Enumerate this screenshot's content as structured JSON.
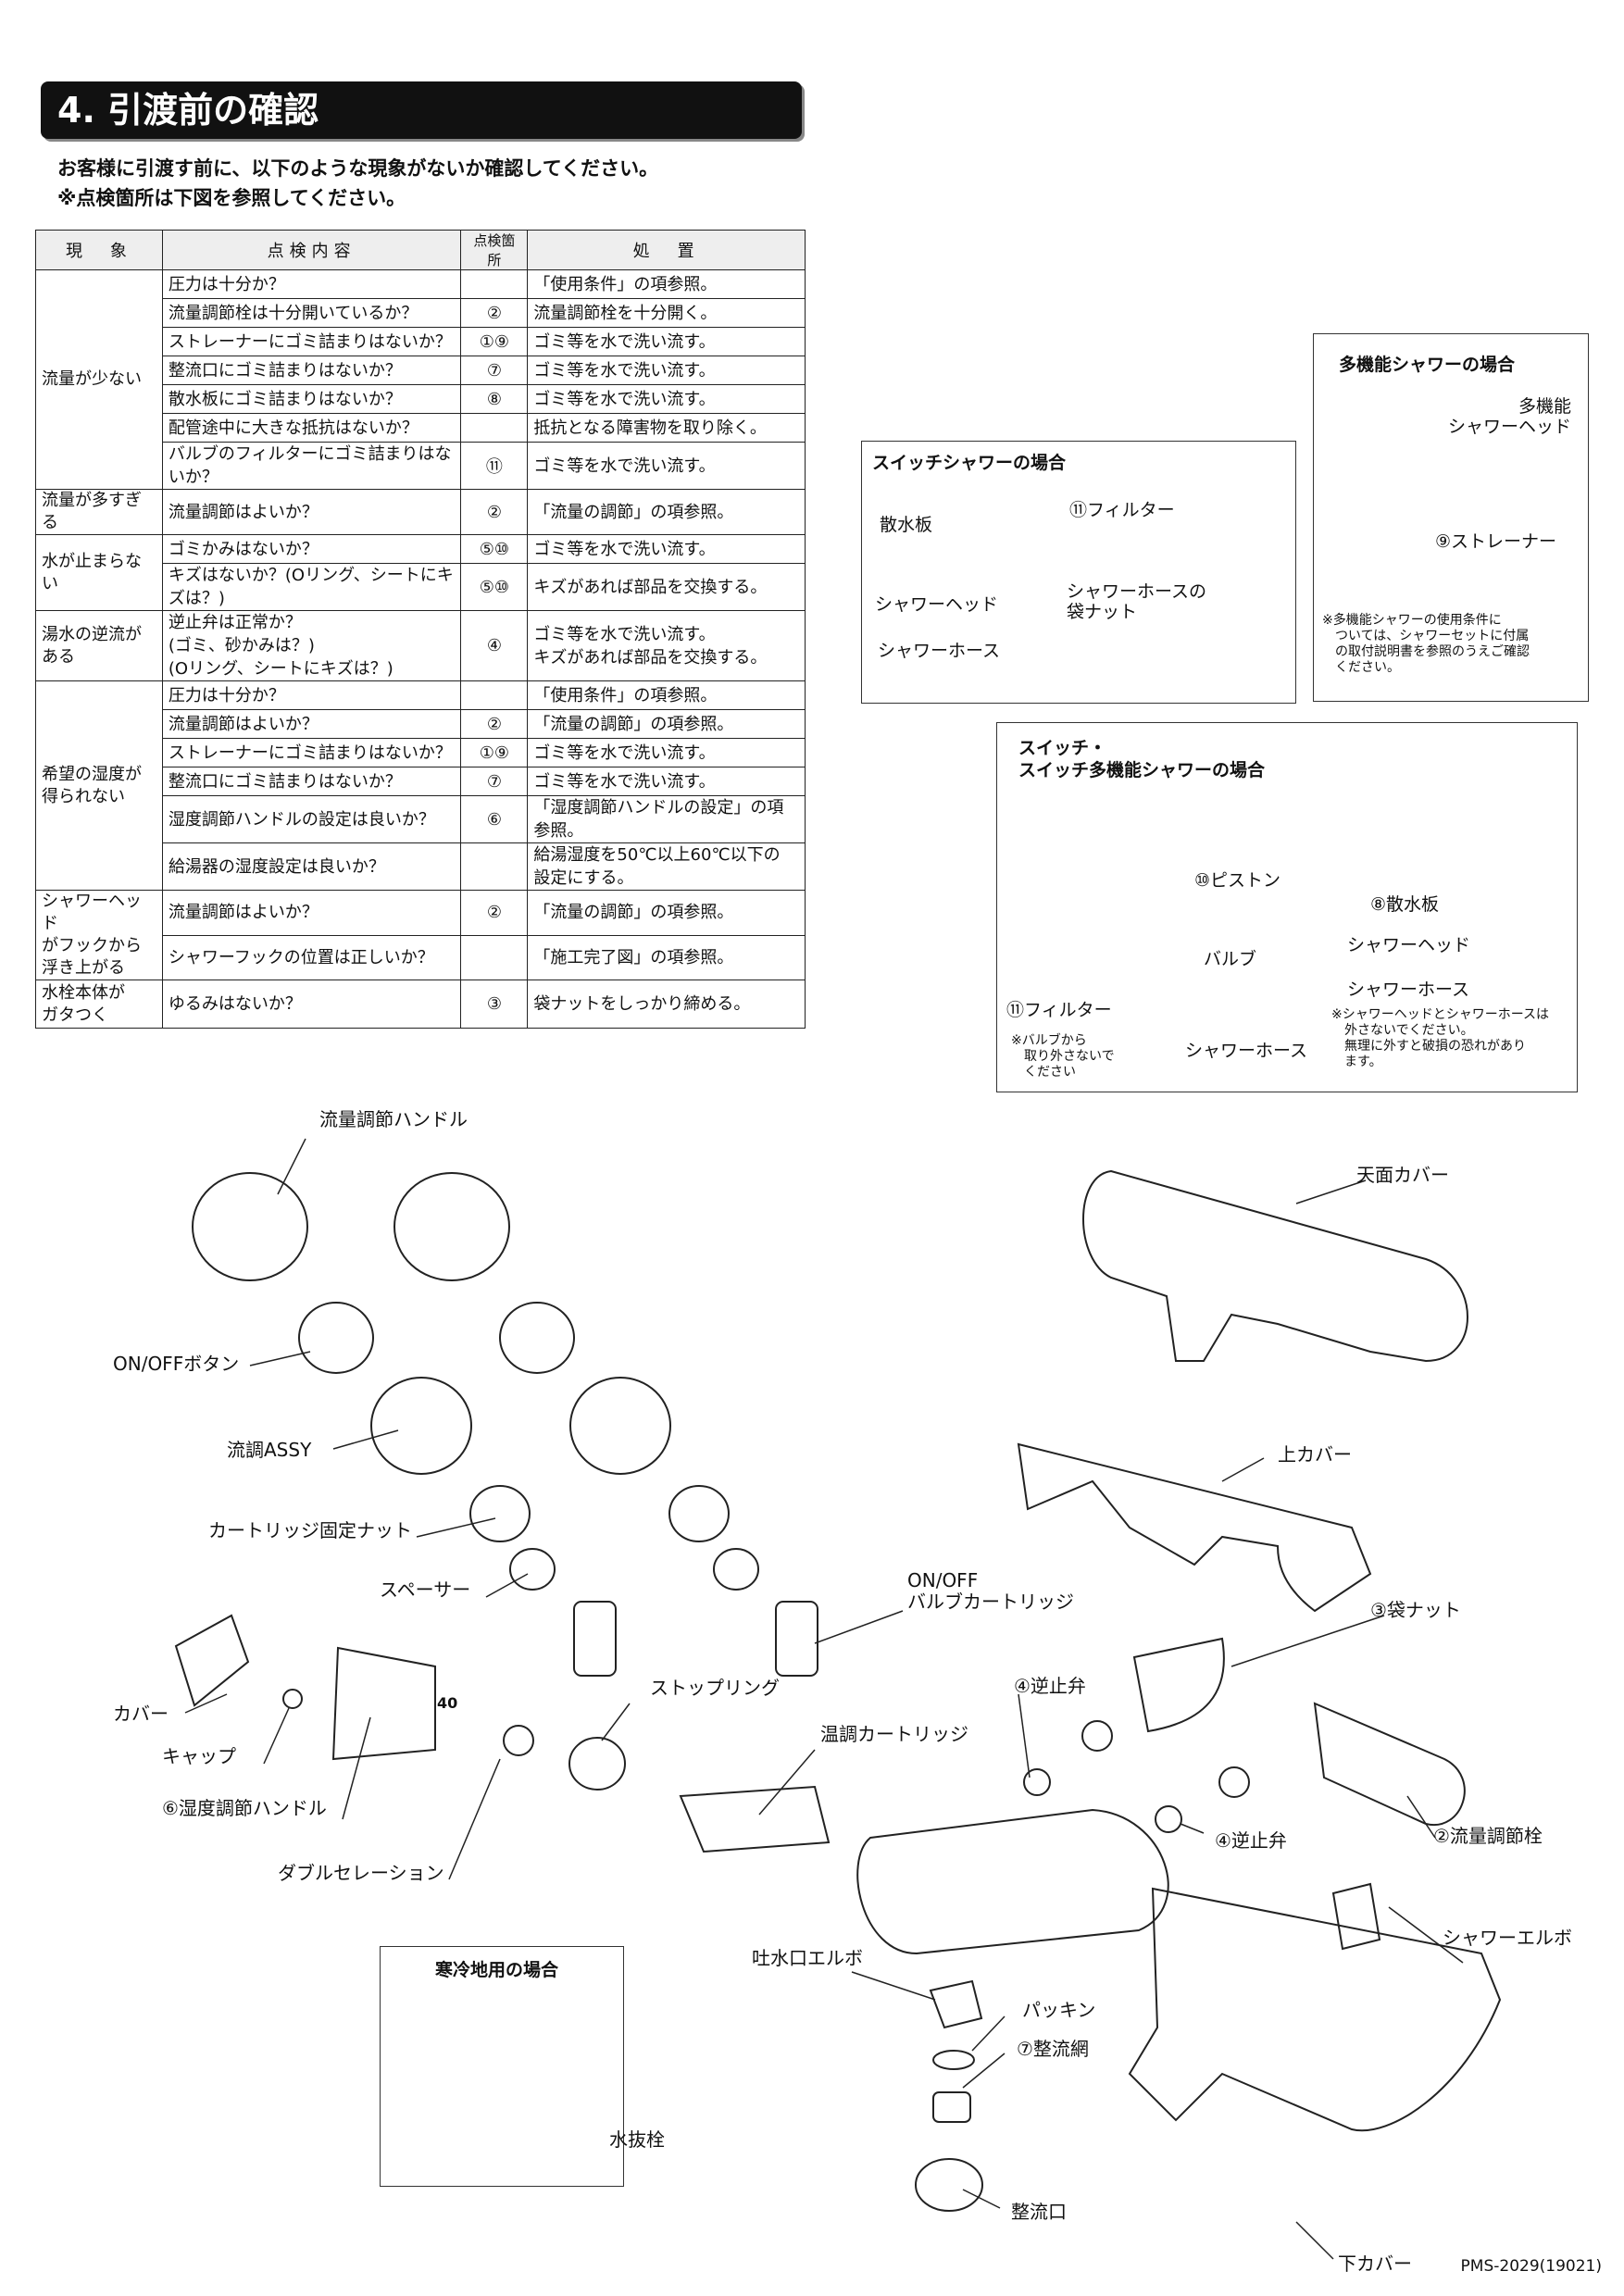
{
  "section_title": "4. 引渡前の確認",
  "intro": [
    "お客様に引渡す前に、以下のような現象がないか確認してください。",
    "※点検箇所は下図を参照してください。"
  ],
  "table": {
    "headers": [
      "現　象",
      "点検内容",
      "点検箇所",
      "処　置"
    ],
    "groups": [
      {
        "phenomenon": "流量が少ない",
        "rows": [
          {
            "item": "圧力は十分か？",
            "loc": "",
            "action": "「使用条件」の項参照。"
          },
          {
            "item": "流量調節栓は十分開いているか？",
            "loc": "②",
            "action": "流量調節栓を十分開く。"
          },
          {
            "item": "ストレーナーにゴミ詰まりはないか？",
            "loc": "①⑨",
            "action": "ゴミ等を水で洗い流す。"
          },
          {
            "item": "整流口にゴミ詰まりはないか？",
            "loc": "⑦",
            "action": "ゴミ等を水で洗い流す。"
          },
          {
            "item": "散水板にゴミ詰まりはないか？",
            "loc": "⑧",
            "action": "ゴミ等を水で洗い流す。"
          },
          {
            "item": "配管途中に大きな抵抗はないか？",
            "loc": "",
            "action": "抵抗となる障害物を取り除く。"
          },
          {
            "item": "バルブのフィルターにゴミ詰まりはないか？",
            "loc": "⑪",
            "action": "ゴミ等を水で洗い流す。"
          }
        ]
      },
      {
        "phenomenon": "流量が多すぎる",
        "rows": [
          {
            "item": "流量調節はよいか？",
            "loc": "②",
            "action": "「流量の調節」の項参照。"
          }
        ]
      },
      {
        "phenomenon": "水が止まらない",
        "rows": [
          {
            "item": "ゴミかみはないか？",
            "loc": "⑤⑩",
            "action": "ゴミ等を水で洗い流す。"
          },
          {
            "item": "キズはないか？(Oリング、シートにキズは？)",
            "loc": "⑤⑩",
            "action": "キズがあれば部品を交換する。"
          }
        ]
      },
      {
        "phenomenon": "湯水の逆流が\nある",
        "rows": [
          {
            "item": "逆止弁は正常か？\n(ゴミ、砂かみは？)\n(Oリング、シートにキズは？)",
            "loc": "④",
            "action": "ゴミ等を水で洗い流す。\nキズがあれば部品を交換する。"
          }
        ]
      },
      {
        "phenomenon": "希望の湿度が\n得られない",
        "rows": [
          {
            "item": "圧力は十分か？",
            "loc": "",
            "action": "「使用条件」の項参照。"
          },
          {
            "item": "流量調節はよいか？",
            "loc": "②",
            "action": "「流量の調節」の項参照。"
          },
          {
            "item": "ストレーナーにゴミ詰まりはないか？",
            "loc": "①⑨",
            "action": "ゴミ等を水で洗い流す。"
          },
          {
            "item": "整流口にゴミ詰まりはないか？",
            "loc": "⑦",
            "action": "ゴミ等を水で洗い流す。"
          },
          {
            "item": "湿度調節ハンドルの設定は良いか？",
            "loc": "⑥",
            "action": "「湿度調節ハンドルの設定」の項参照。"
          },
          {
            "item": "給湯器の湿度設定は良いか？",
            "loc": "",
            "action": "給湯湿度を50℃以上60℃以下の\n設定にする。"
          }
        ]
      },
      {
        "phenomenon": "シャワーヘッド\nがフックから\n浮き上がる",
        "rows": [
          {
            "item": "流量調節はよいか？",
            "loc": "②",
            "action": "「流量の調節」の項参照。"
          },
          {
            "item": "シャワーフックの位置は正しいか？",
            "loc": "",
            "action": "「施工完了図」の項参照。"
          }
        ]
      },
      {
        "phenomenon": "水栓本体が\nガタつく",
        "rows": [
          {
            "item": "ゆるみはないか？",
            "loc": "③",
            "action": "袋ナットをしっかり締める。"
          }
        ]
      }
    ]
  },
  "switch_shower": {
    "title": "スイッチシャワーの場合",
    "labels": {
      "sansuiban": "散水板",
      "head": "シャワーヘッド",
      "hose": "シャワーホース",
      "filter": "⑪フィルター",
      "nut": "シャワーホースの\n袋ナット"
    }
  },
  "multi_shower": {
    "title": "多機能シャワーの場合",
    "labels": {
      "head": "多機能\nシャワーヘッド",
      "strainer": "⑨ストレーナー"
    },
    "note": "※多機能シャワーの使用条件に\n　ついては、シャワーセットに付属\n　の取付説明書を参照のうえご確認\n　ください。"
  },
  "switch_multi": {
    "title": "スイッチ・\nスイッチ多機能シャワーの場合",
    "labels": {
      "piston": "⑩ピストン",
      "valve": "バルブ",
      "filter": "⑪フィルター",
      "hose": "シャワーホース",
      "sansuiban": "⑧散水板",
      "head": "シャワーヘッド",
      "hose2": "シャワーホース"
    },
    "note_valve": "※バルブから\n　取り外さないで\n　ください",
    "note_head": "※シャワーヘッドとシャワーホースは\n　外さないでください。\n　無理に外すと破損の恐れがあり\n　ます。"
  },
  "parts": {
    "handle": "流量調節ハンドル",
    "onoff_button": "ON/OFFボタン",
    "ryucho_assy": "流調ASSY",
    "cartridge_nut": "カートリッジ固定ナット",
    "spacer": "スペーサー",
    "onoff_cartridge": "ON/OFF\nバルブカートリッジ",
    "cover": "カバー",
    "cap": "キャップ",
    "temp_handle": "⑥湿度調節ハンドル",
    "double_serration": "ダブルセレーション",
    "stop_ring": "ストップリング",
    "temp_cartridge": "温調カートリッジ",
    "check_valve_top": "④逆止弁",
    "check_valve_bottom": "④逆止弁",
    "top_cover": "天面カバー",
    "upper_cover": "上カバー",
    "fukuro_nut": "③袋ナット",
    "flow_valve": "②流量調節栓",
    "shower_elbow": "シャワーエルボ",
    "spout_elbow": "吐水口エルボ",
    "packing": "パッキン",
    "straightener_net": "⑦整流網",
    "straightener": "整流口",
    "lower_cover": "下カバー",
    "handle_digits": "40"
  },
  "cold_region": {
    "title": "寒冷地用の場合",
    "label": "水抜栓"
  },
  "doc_id": "PMS-2029(19021)"
}
